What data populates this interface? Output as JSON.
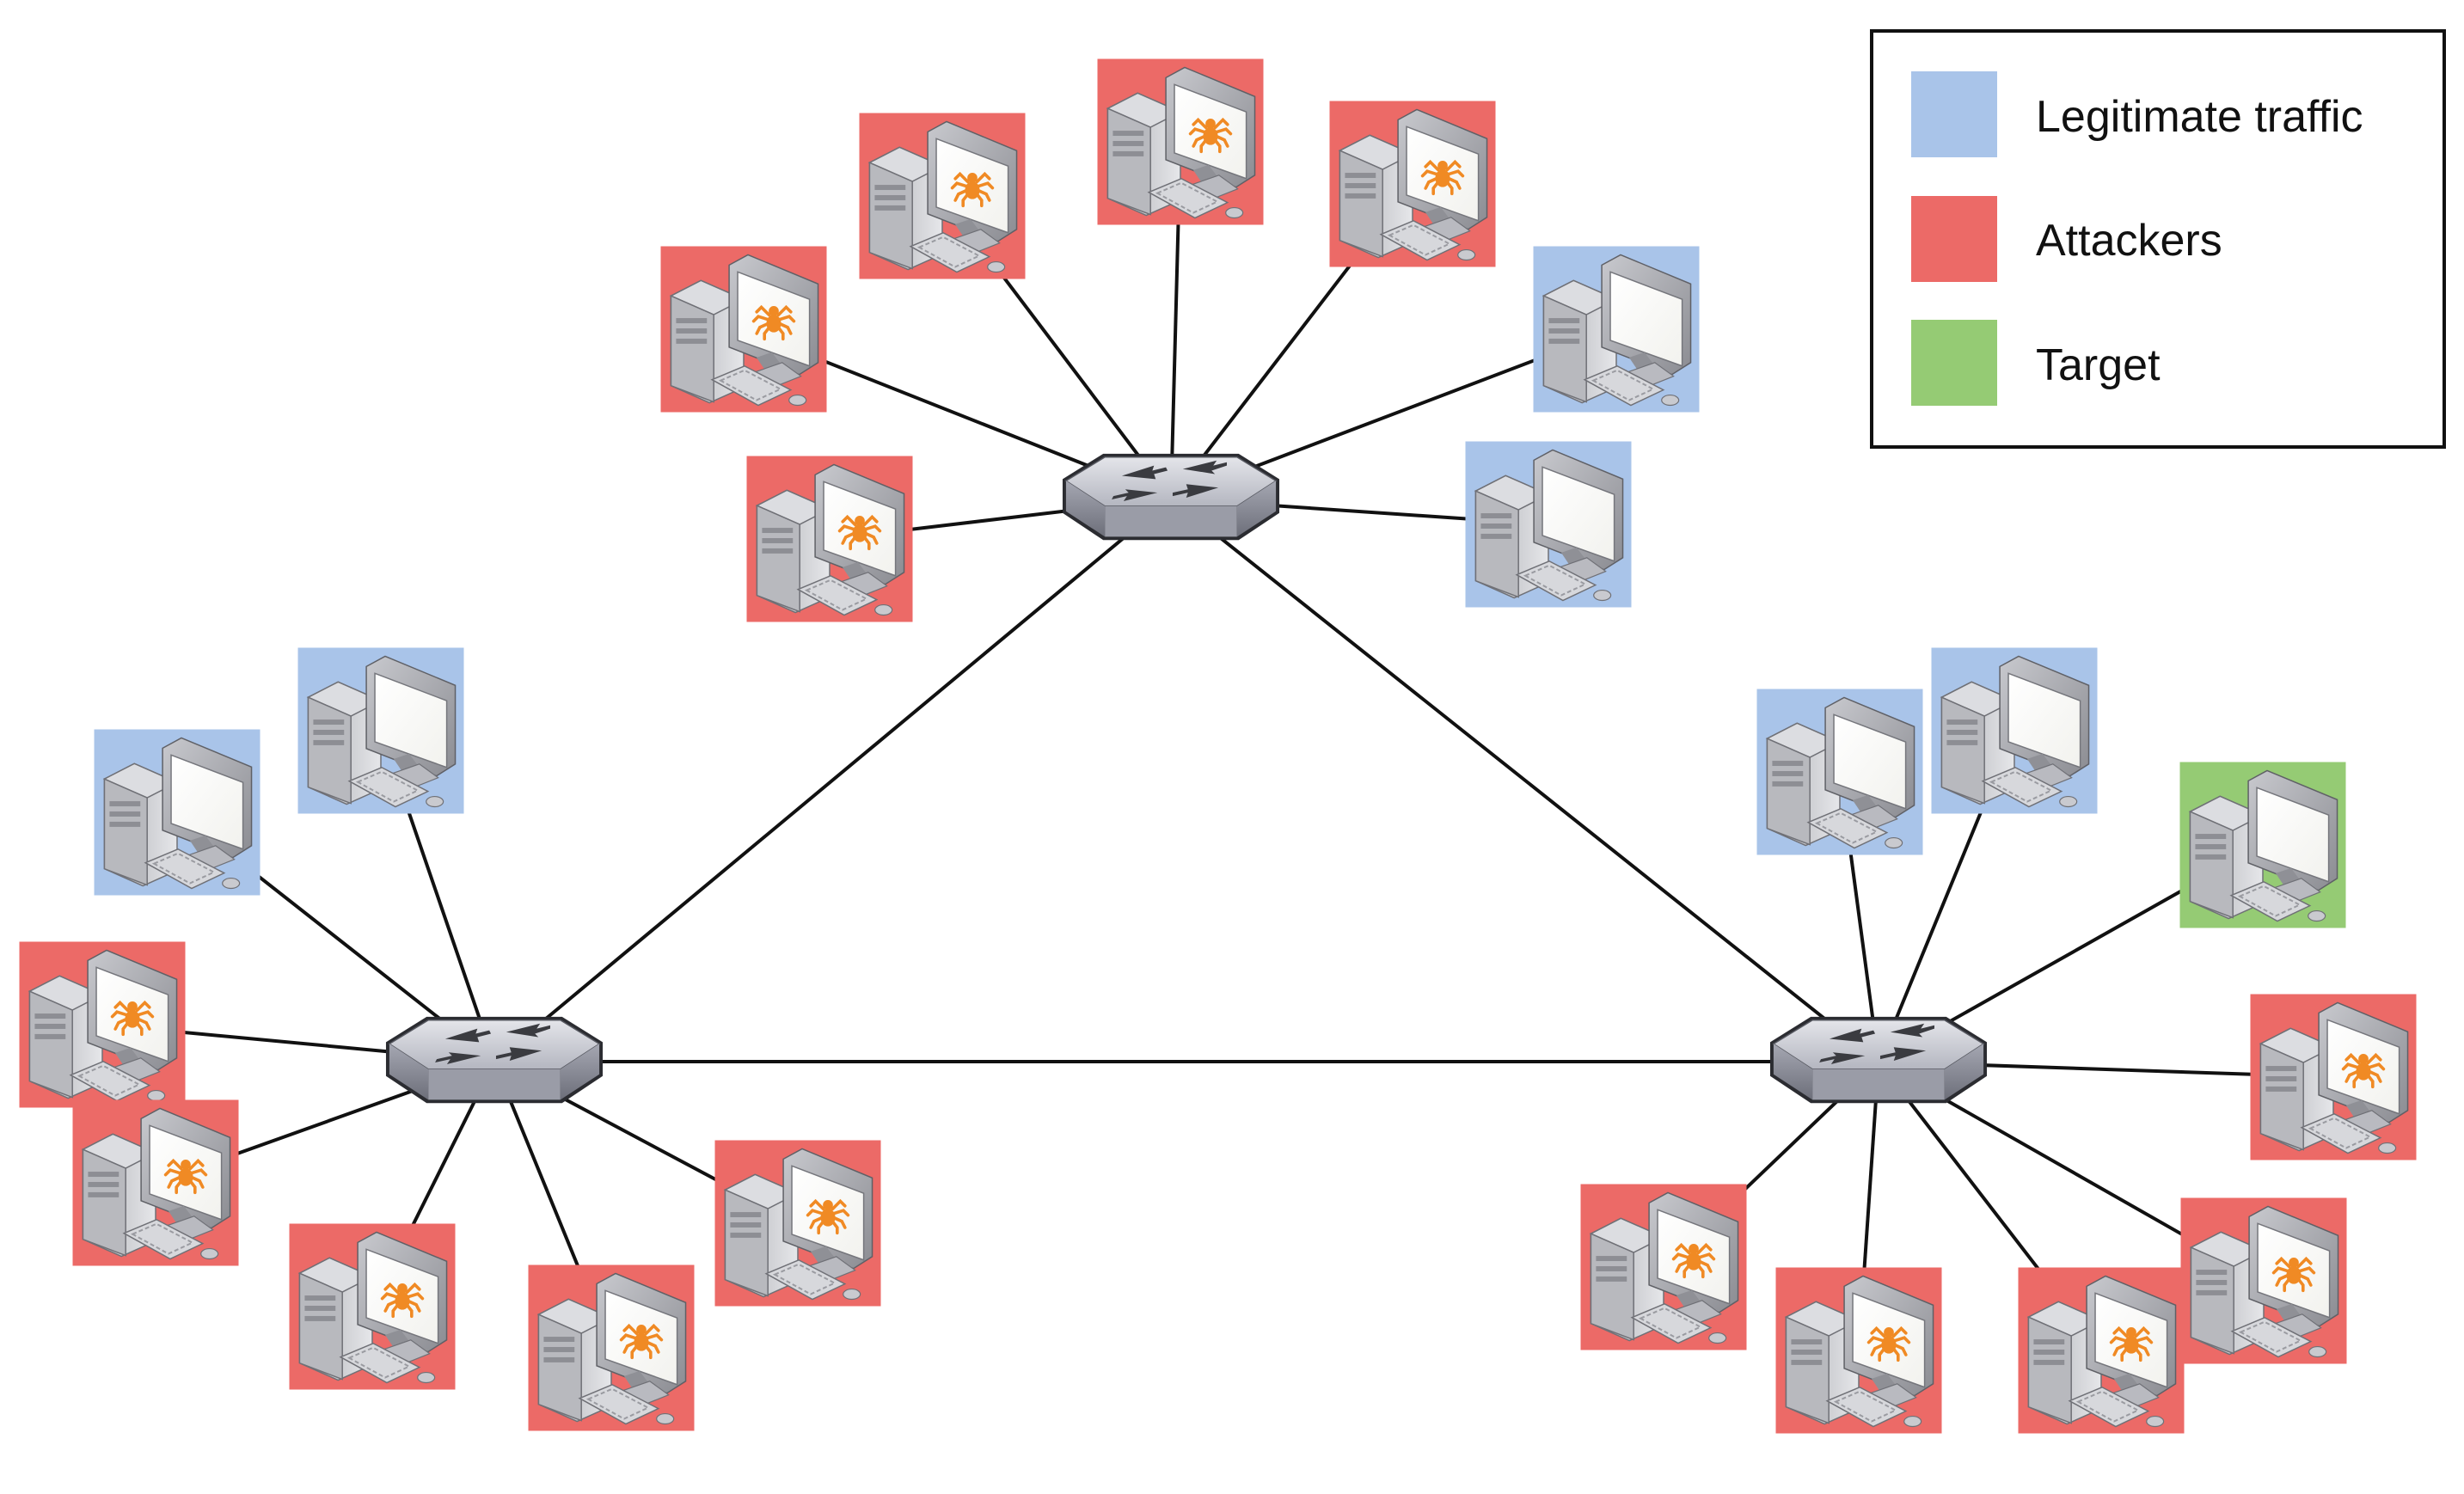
{
  "colors": {
    "legitimate": "#a9c4e9",
    "attacker": "#ec6a67",
    "target": "#95cb74",
    "spider": "#f08a24",
    "link": "#111111"
  },
  "legend": {
    "items": [
      {
        "key": "legitimate",
        "label": "Legitimate traffic"
      },
      {
        "key": "attacker",
        "label": "Attackers"
      },
      {
        "key": "target",
        "label": "Target"
      }
    ]
  },
  "icons": {
    "host": "computer-icon",
    "switch": "network-switch-icon",
    "attacker_marker": "spider-icon"
  },
  "switches": [
    {
      "id": "switch-top"
    },
    {
      "id": "switch-left"
    },
    {
      "id": "switch-right"
    }
  ],
  "hosts": [
    {
      "id": "t1",
      "role": "attacker",
      "switch": "switch-top"
    },
    {
      "id": "t2",
      "role": "attacker",
      "switch": "switch-top"
    },
    {
      "id": "t3",
      "role": "attacker",
      "switch": "switch-top"
    },
    {
      "id": "t4",
      "role": "attacker",
      "switch": "switch-top"
    },
    {
      "id": "t5",
      "role": "attacker",
      "switch": "switch-top"
    },
    {
      "id": "t6",
      "role": "legitimate",
      "switch": "switch-top"
    },
    {
      "id": "t7",
      "role": "legitimate",
      "switch": "switch-top"
    },
    {
      "id": "l1",
      "role": "legitimate",
      "switch": "switch-left"
    },
    {
      "id": "l2",
      "role": "legitimate",
      "switch": "switch-left"
    },
    {
      "id": "l3",
      "role": "attacker",
      "switch": "switch-left"
    },
    {
      "id": "l4",
      "role": "attacker",
      "switch": "switch-left"
    },
    {
      "id": "l5",
      "role": "attacker",
      "switch": "switch-left"
    },
    {
      "id": "l6",
      "role": "attacker",
      "switch": "switch-left"
    },
    {
      "id": "l7",
      "role": "attacker",
      "switch": "switch-left"
    },
    {
      "id": "r1",
      "role": "legitimate",
      "switch": "switch-right"
    },
    {
      "id": "r2",
      "role": "legitimate",
      "switch": "switch-right"
    },
    {
      "id": "r3",
      "role": "target",
      "switch": "switch-right"
    },
    {
      "id": "r4",
      "role": "attacker",
      "switch": "switch-right"
    },
    {
      "id": "r5",
      "role": "attacker",
      "switch": "switch-right"
    },
    {
      "id": "r6",
      "role": "attacker",
      "switch": "switch-right"
    },
    {
      "id": "r7",
      "role": "attacker",
      "switch": "switch-right"
    },
    {
      "id": "r8",
      "role": "attacker",
      "switch": "switch-right"
    }
  ],
  "trunks": [
    [
      "switch-top",
      "switch-left"
    ],
    [
      "switch-top",
      "switch-right"
    ],
    [
      "switch-left",
      "switch-right"
    ]
  ]
}
